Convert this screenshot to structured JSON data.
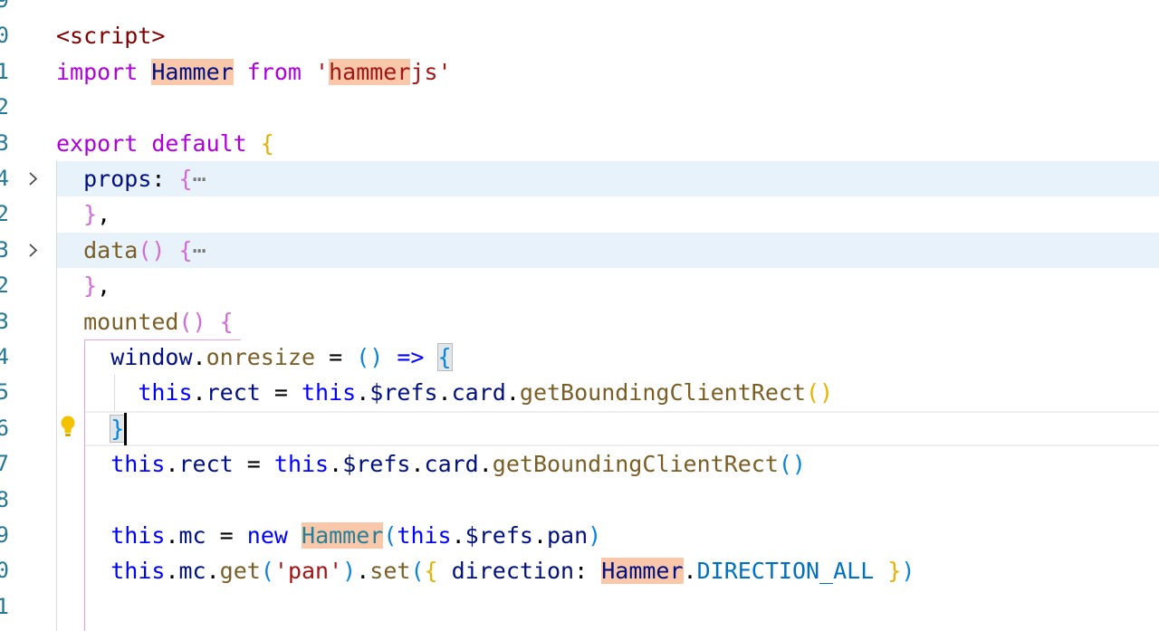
{
  "gutter": {
    "line_numbers": [
      "9",
      "0",
      "1",
      "2",
      "3",
      "4",
      "2",
      "3",
      "2",
      "3",
      "4",
      "5",
      "6",
      "7",
      "8",
      "9",
      "0",
      "1"
    ]
  },
  "code": {
    "l_script": "<script>",
    "l_import_kw": "import",
    "l_import_name": "Hammer",
    "l_import_from": "from",
    "l_import_q1": "'",
    "l_import_str_hl": "hammer",
    "l_import_str_rest": "js'",
    "l_export_kw": "export",
    "l_default_kw": "default",
    "l_brace_open": "{",
    "l_props": "props",
    "l_colon": ":",
    "l_props_brace": "{",
    "l_ellipsis": "⋯",
    "l_close_brace": "}",
    "l_comma": ",",
    "l_data_fn": "data",
    "l_parens": "()",
    "l_data_brace": "{",
    "l_mounted_fn": "mounted",
    "l_mounted_brace": "{",
    "l_window": "window",
    "l_dot": ".",
    "l_onresize": "onresize",
    "l_eq": "=",
    "l_arrow_parens": "()",
    "l_arrow": "=>",
    "l_arrow_brace": "{",
    "l_this": "this",
    "l_rect": "rect",
    "l_refs": "$refs",
    "l_card": "card",
    "l_gbcr": "getBoundingClientRect",
    "l_gbcr_parens": "()",
    "l_arrow_close": "}",
    "l_mc": "mc",
    "l_new": "new",
    "l_hammer": "Hammer",
    "l_paren_open": "(",
    "l_pan": "pan",
    "l_paren_close": ")",
    "l_get": "get",
    "l_pan_str": "'pan'",
    "l_set": "set",
    "l_obj_open": "{",
    "l_direction": "direction",
    "l_direction_all": "DIRECTION_ALL",
    "l_obj_close": "}"
  },
  "colors": {
    "keyword": "#af00db",
    "tag": "#800000",
    "string": "#a31515",
    "variable": "#001080",
    "function": "#795e26",
    "class": "#267f99",
    "constant": "#0070c1",
    "highlight": "#f9c8aa",
    "line_number": "#237893"
  },
  "icons": {
    "fold_props": "chevron-right-icon",
    "fold_data": "chevron-right-icon",
    "lightbulb": "lightbulb-icon"
  }
}
